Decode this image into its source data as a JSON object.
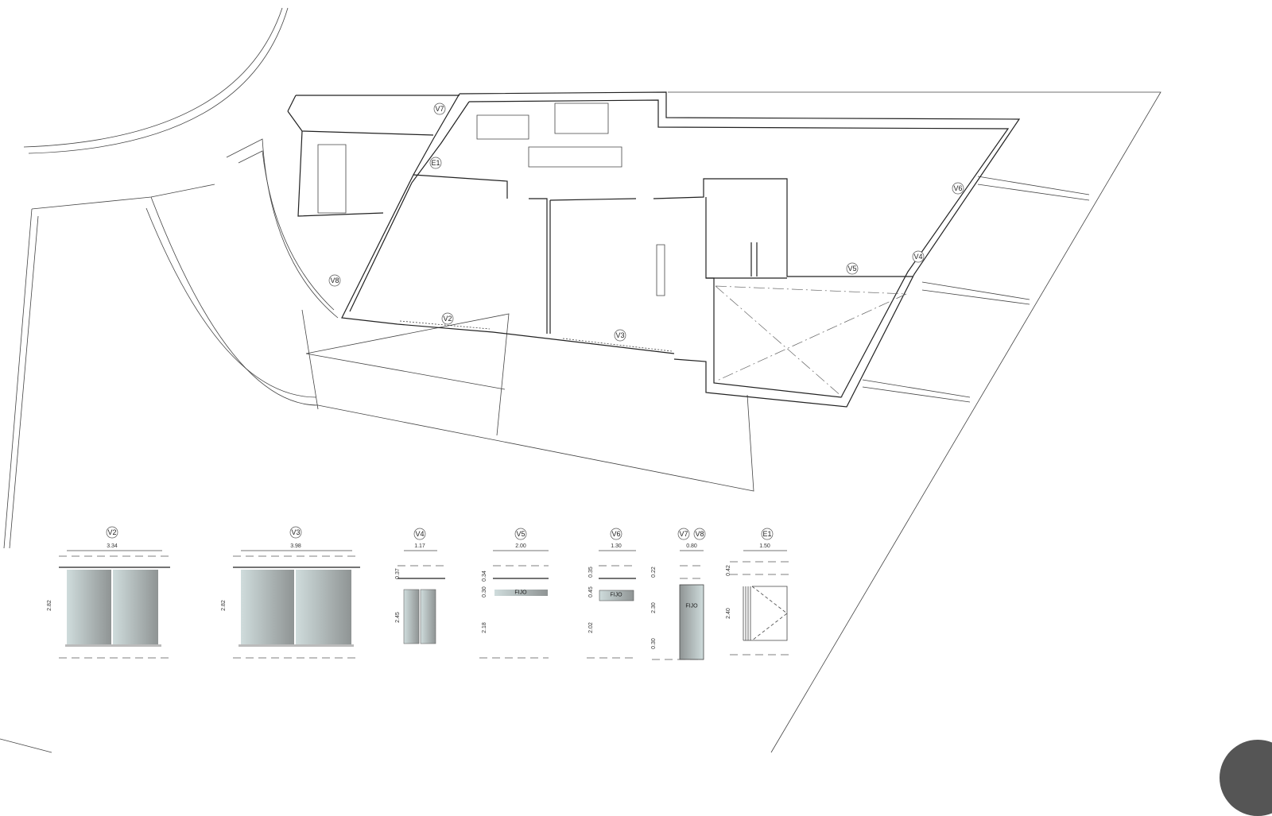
{
  "plan": {
    "tags": [
      {
        "id": "v7",
        "label": "V7"
      },
      {
        "id": "e1",
        "label": "E1"
      },
      {
        "id": "v6",
        "label": "V6"
      },
      {
        "id": "v4",
        "label": "V4"
      },
      {
        "id": "v5",
        "label": "V5"
      },
      {
        "id": "v8",
        "label": "V8"
      },
      {
        "id": "v2",
        "label": "V2"
      },
      {
        "id": "v3",
        "label": "V3"
      }
    ]
  },
  "schedule": {
    "v2": {
      "tag": "V2",
      "width": "3.34",
      "height": "2.82"
    },
    "v3": {
      "tag": "V3",
      "width": "3.98",
      "height": "2.82"
    },
    "v4": {
      "tag": "V4",
      "width": "1.17",
      "top": "0.37",
      "height": "2.45"
    },
    "v5": {
      "tag": "V5",
      "width": "2.00",
      "top": "0.34",
      "pane": "0.30",
      "sill": "2.18",
      "fixed": "FIJO"
    },
    "v6": {
      "tag": "V6",
      "width": "1.30",
      "top": "0.35",
      "pane": "0.45",
      "sill": "2.02",
      "fixed": "FIJO"
    },
    "v78": {
      "tag1": "V7",
      "tag2": "V8",
      "width": "0.80",
      "top": "0.22",
      "height": "2.30",
      "sill": "0.30",
      "fixed": "FIJO"
    },
    "e1": {
      "tag": "E1",
      "width": "1.50",
      "top": "0.42",
      "height": "2.40"
    }
  },
  "colors": {
    "glass_light": "#cfdcdc",
    "glass_dark": "#8f9494",
    "line": "#222222"
  }
}
